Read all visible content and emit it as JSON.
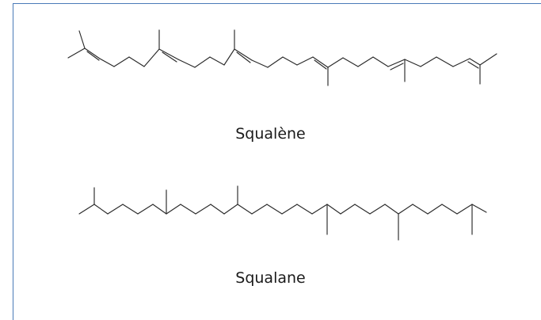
{
  "figure": {
    "squalene": {
      "label": "Squalène",
      "double_bonds": 6,
      "methyl_branches": 8
    },
    "squalane": {
      "label": "Squalane",
      "double_bonds": 0,
      "methyl_branches": 8
    },
    "colors": {
      "bond": "#2a2a2a",
      "frame_border": "#4a7ab8",
      "text": "#1a1a1a"
    }
  }
}
